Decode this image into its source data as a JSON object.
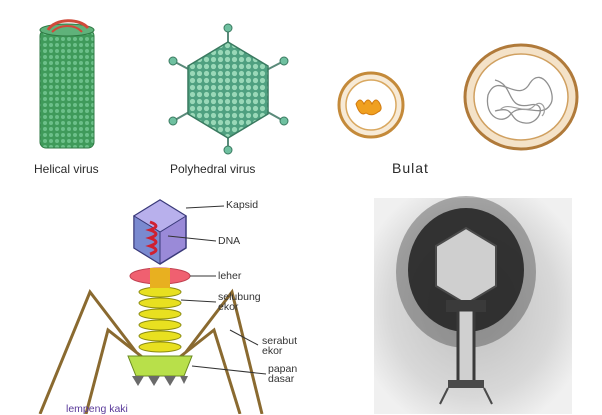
{
  "captions": {
    "helical": "Helical virus",
    "polyhedral": "Polyhedral virus",
    "round": "Bulat"
  },
  "phage_parts": {
    "capsid": "Kapsid",
    "dna": "DNA",
    "neck": "leher",
    "tail_sheath_1": "selubung",
    "tail_sheath_2": "ekor",
    "tail_fiber_1": "serabut",
    "tail_fiber_2": "ekor",
    "base_plate_1": "papan",
    "base_plate_2": "dasar",
    "bottom_partial": "lempeng kaki"
  },
  "colors": {
    "helical_green": "#3f9a5a",
    "polyhedral_teal": "#6fc0a0",
    "round_orange": "#f0a020",
    "phage_yellow": "#e8e020",
    "neck_red": "#f06070",
    "fiber_brown": "#8a6a30"
  }
}
